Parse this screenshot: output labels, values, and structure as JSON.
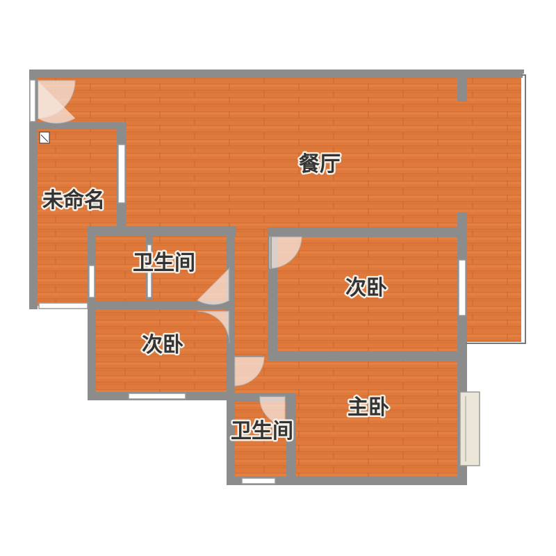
{
  "floor_plan": {
    "rooms": [
      {
        "id": "dining",
        "label": "餐厅"
      },
      {
        "id": "unnamed",
        "label": "未命名"
      },
      {
        "id": "bath_top",
        "label": "卫生间"
      },
      {
        "id": "bedroom_right",
        "label": "次卧"
      },
      {
        "id": "bedroom_left",
        "label": "次卧"
      },
      {
        "id": "master",
        "label": "主卧"
      },
      {
        "id": "bath_bottom",
        "label": "卫生间"
      }
    ],
    "colors": {
      "floor": "#e07a3c",
      "plank_line": "#c9652c",
      "plank_highlight": "#ea8a4a",
      "wall": "#8c8c8c",
      "window_frame": "#999999",
      "window_fill": "#ffffff",
      "door_arc_fill": "#f6e6dd",
      "balcony_fill": "#ece6d8",
      "label_text": "#333333"
    }
  }
}
